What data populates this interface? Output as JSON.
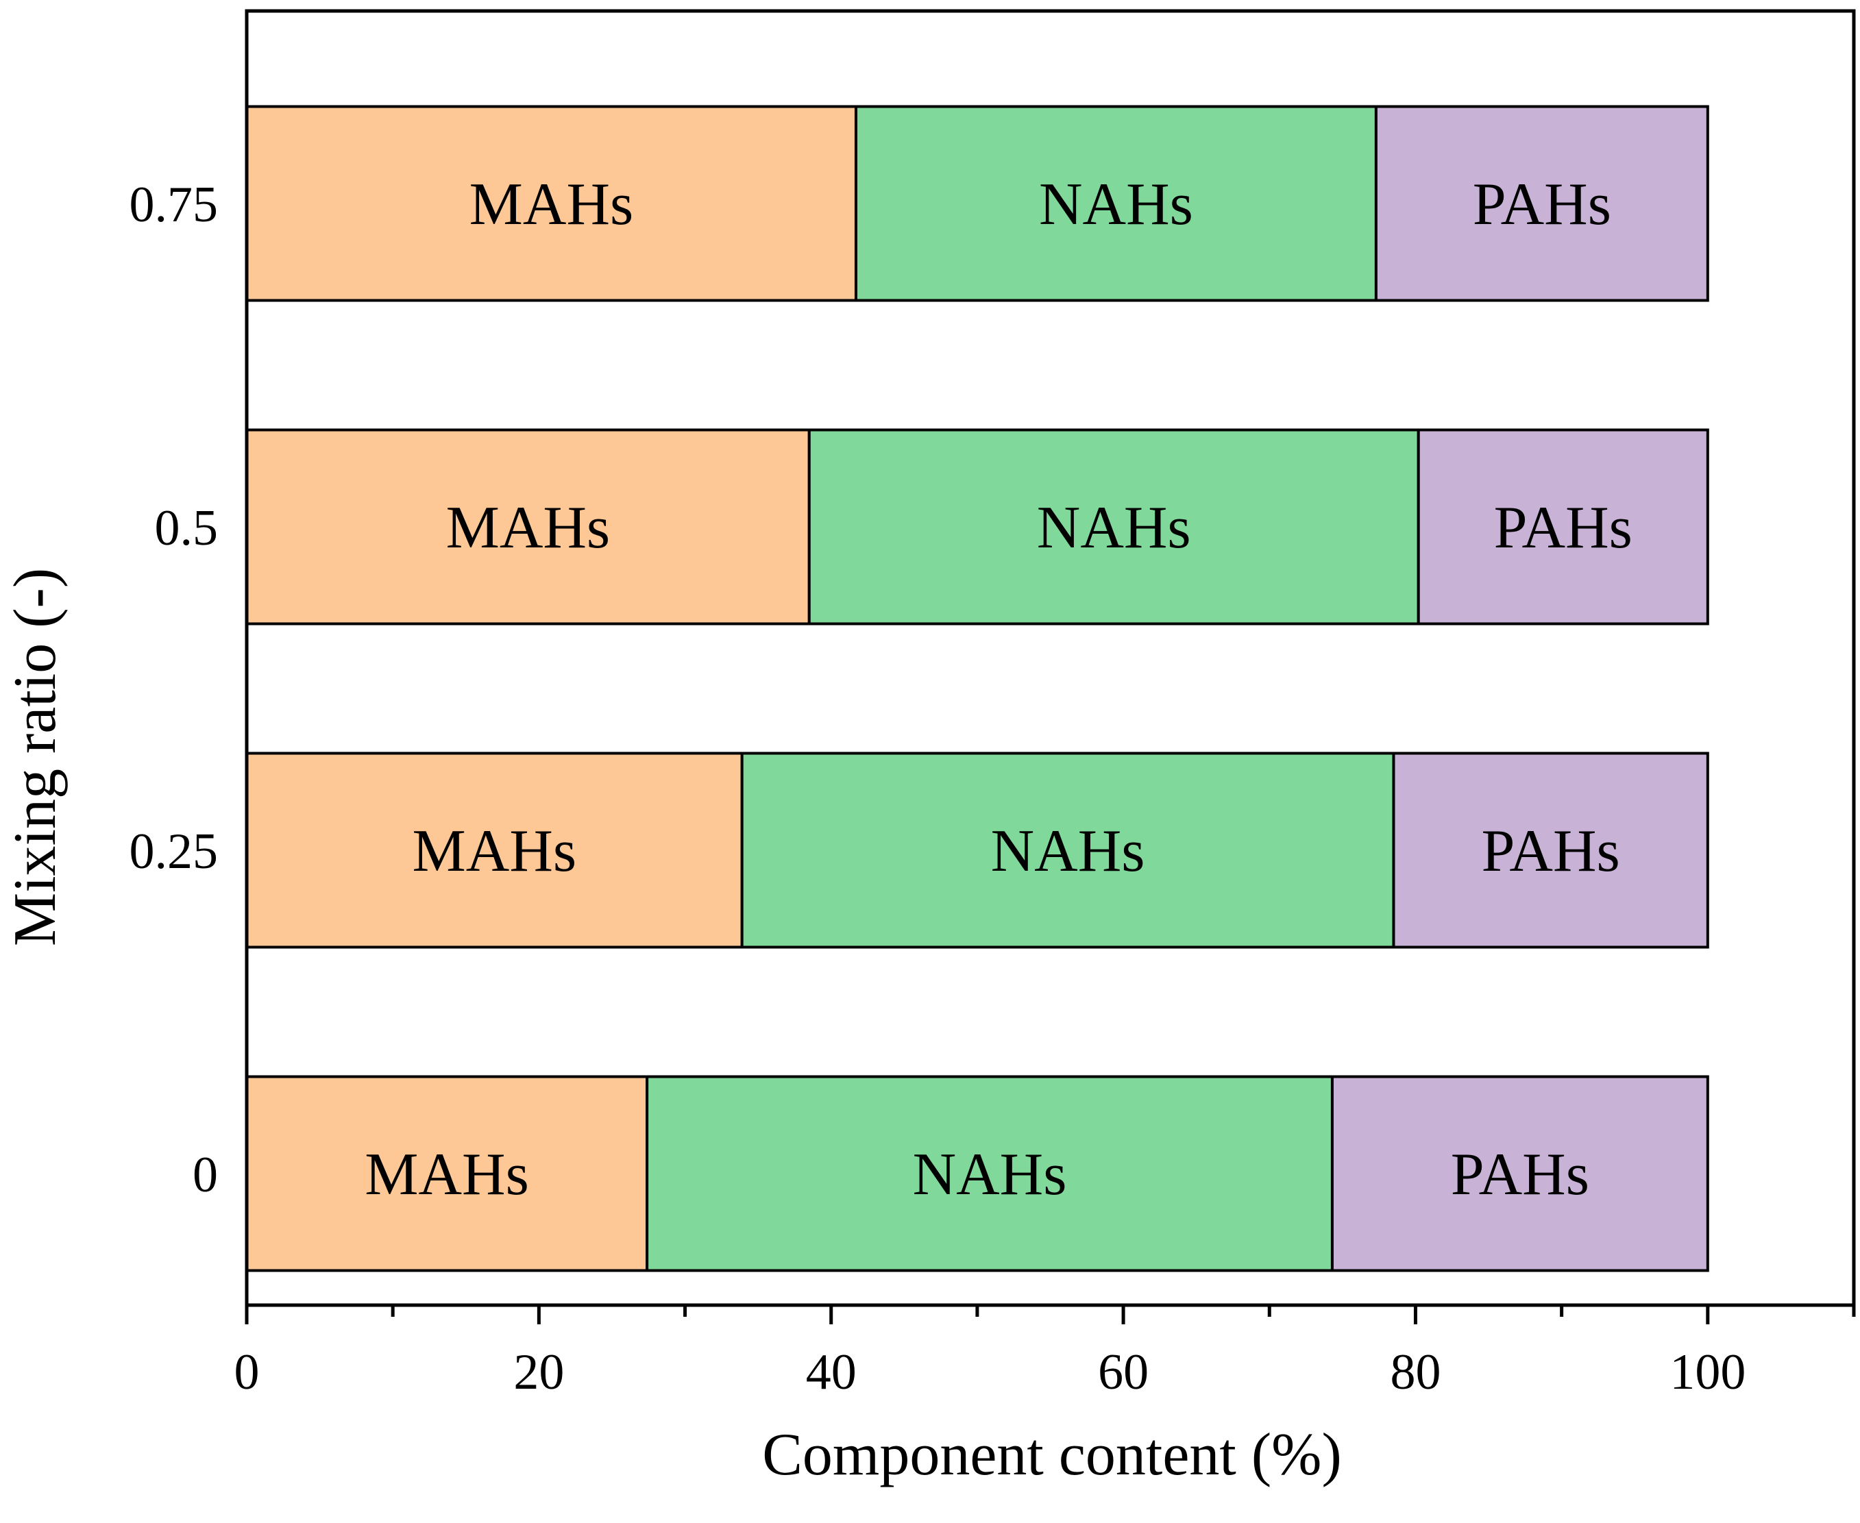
{
  "chart_data": {
    "type": "bar",
    "orientation": "horizontal",
    "stacked": true,
    "title": "",
    "xlabel": "Component content (%)",
    "ylabel": "Mixing ratio (-)",
    "categories": [
      "0",
      "0.25",
      "0.5",
      "0.75"
    ],
    "series": [
      {
        "name": "MAHs",
        "color": "#FDC896",
        "values": [
          27.4,
          33.9,
          38.5,
          41.7
        ]
      },
      {
        "name": "NAHs",
        "color": "#80D99A",
        "values": [
          46.9,
          44.6,
          41.7,
          35.6
        ]
      },
      {
        "name": "PAHs",
        "color": "#C8B3D7",
        "values": [
          25.7,
          21.5,
          19.8,
          22.7
        ]
      }
    ],
    "xlim": [
      0,
      110
    ],
    "xticks": [
      0,
      20,
      40,
      60,
      80,
      100
    ],
    "xtick_labels": [
      "0",
      "20",
      "40",
      "60",
      "80",
      "100"
    ],
    "minor_xticks": [
      10,
      30,
      50,
      70,
      90,
      110
    ],
    "grid": false,
    "legend": "none"
  }
}
